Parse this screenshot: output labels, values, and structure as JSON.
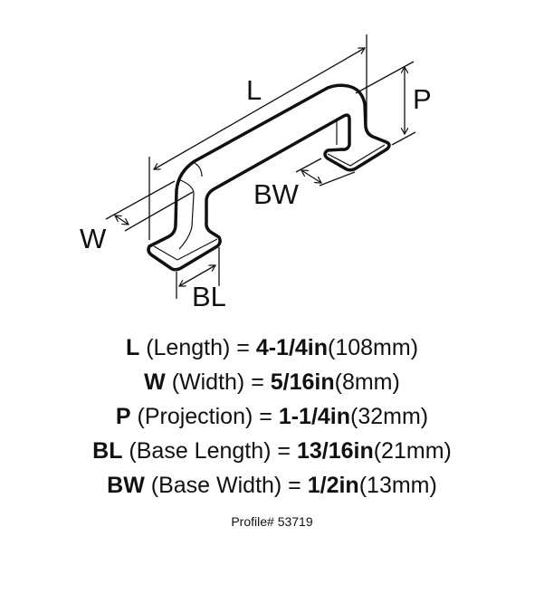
{
  "diagram": {
    "labels": {
      "L": "L",
      "P": "P",
      "W": "W",
      "BW": "BW",
      "BL": "BL"
    }
  },
  "specs": [
    {
      "abbr": "L",
      "name": " (Length) = ",
      "value": "4-1/4in",
      "metric": "(108mm)"
    },
    {
      "abbr": "W",
      "name": " (Width) = ",
      "value": "5/16in",
      "metric": "(8mm)"
    },
    {
      "abbr": "P",
      "name": " (Projection) = ",
      "value": "1-1/4in",
      "metric": "(32mm)"
    },
    {
      "abbr": "BL",
      "name": " (Base Length) = ",
      "value": "13/16in",
      "metric": "(21mm)"
    },
    {
      "abbr": "BW",
      "name": " (Base Width) = ",
      "value": "1/2in",
      "metric": "(13mm)"
    }
  ],
  "profile": "Profile# 53719"
}
